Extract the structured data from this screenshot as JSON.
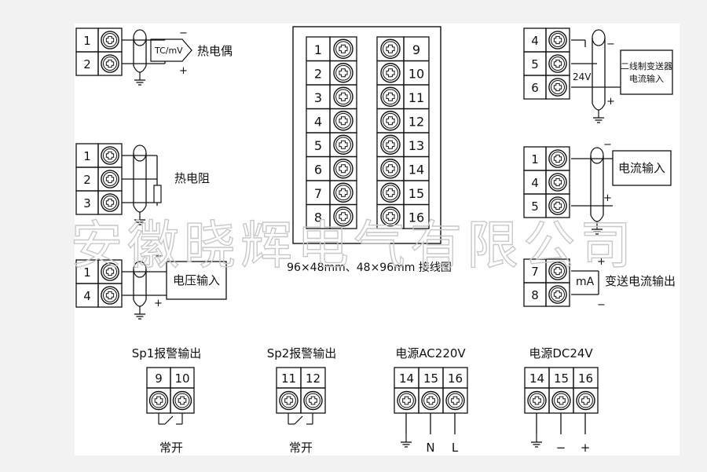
{
  "watermark": "安徽晓辉电气有限公司",
  "center": {
    "caption": "96×48mm、48×96mm 接线图",
    "left_terminals": [
      "1",
      "2",
      "3",
      "4",
      "5",
      "6",
      "7",
      "8"
    ],
    "right_terminals": [
      "9",
      "10",
      "11",
      "12",
      "13",
      "14",
      "15",
      "16"
    ]
  },
  "thermocouple": {
    "terminals": [
      "1",
      "2"
    ],
    "signal": "TC/mV",
    "label": "热电偶",
    "minus": "−",
    "plus": "+"
  },
  "rtd": {
    "terminals": [
      "1",
      "2",
      "3"
    ],
    "label": "热电阻"
  },
  "voltage_input": {
    "terminals": [
      "1",
      "4"
    ],
    "label": "电压输入",
    "minus": "−",
    "plus": "+"
  },
  "two_wire": {
    "terminals": [
      "4",
      "5",
      "6"
    ],
    "supply": "24V",
    "label_line1": "二线制变送器",
    "label_line2": "电流输入",
    "minus": "−",
    "plus": "+"
  },
  "current_input": {
    "terminals": [
      "1",
      "4",
      "5"
    ],
    "label": "电流输入",
    "minus": "−",
    "plus": "+"
  },
  "current_output": {
    "terminals": [
      "7",
      "8"
    ],
    "unit": "mA",
    "label": "变送电流输出",
    "plus": "+",
    "minus": "−"
  },
  "alarm1": {
    "title": "Sp1报警输出",
    "terminals": [
      "9",
      "10"
    ],
    "contact": "常开"
  },
  "alarm2": {
    "title": "Sp2报警输出",
    "terminals": [
      "11",
      "12"
    ],
    "contact": "常开"
  },
  "power_ac": {
    "title": "电源AC220V",
    "terminals": [
      "14",
      "15",
      "16"
    ],
    "labels": [
      "",
      "N",
      "L"
    ]
  },
  "power_dc": {
    "title": "电源DC24V",
    "terminals": [
      "14",
      "15",
      "16"
    ],
    "labels": [
      "",
      "−",
      "+"
    ]
  }
}
